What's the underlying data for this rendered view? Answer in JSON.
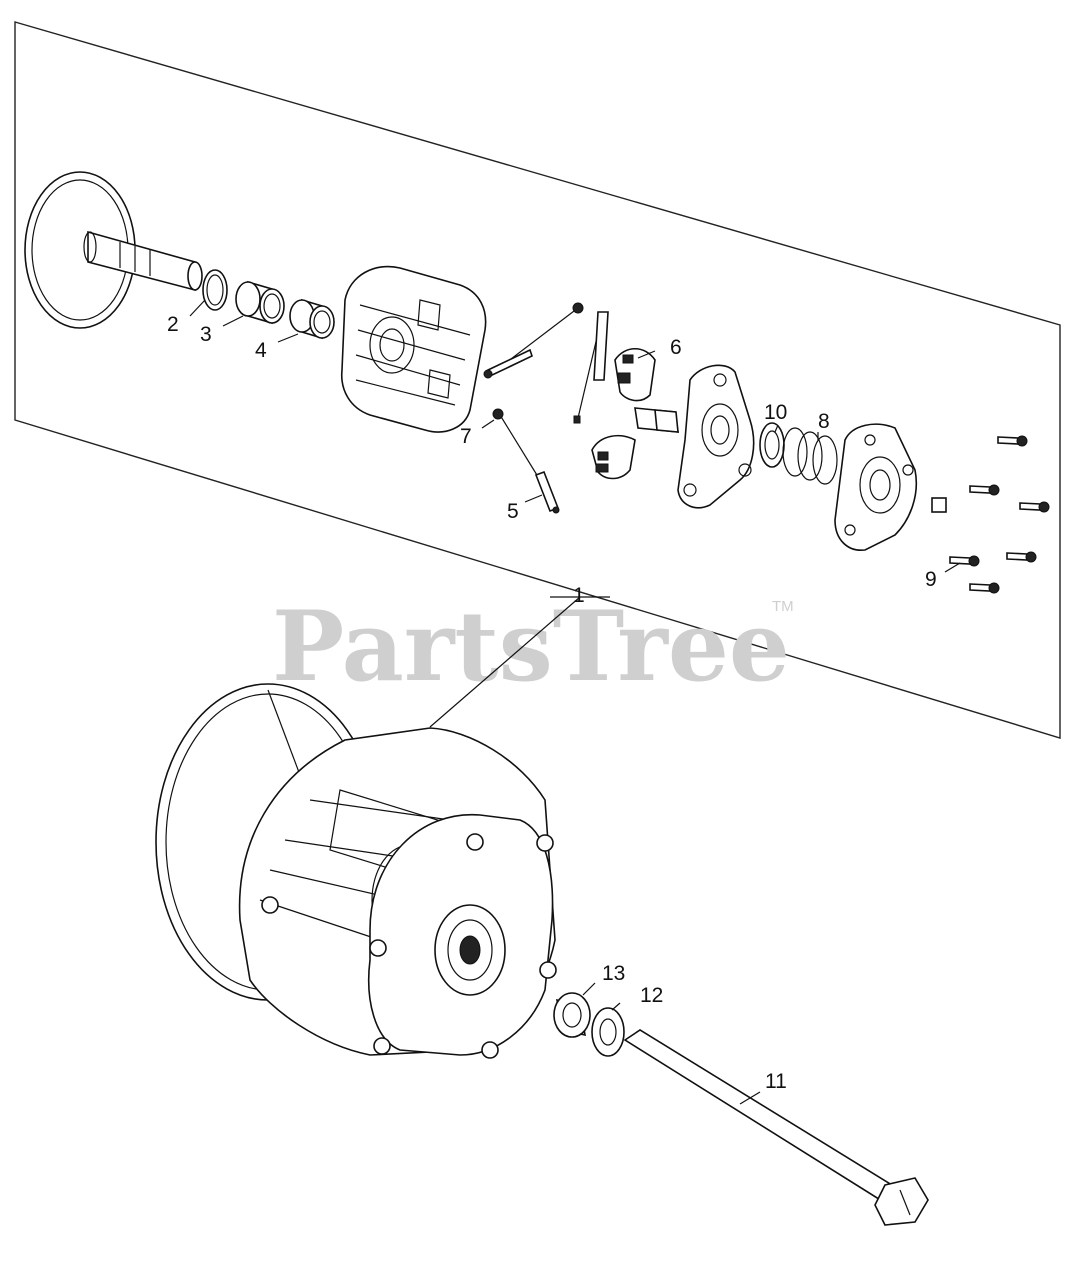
{
  "callouts": {
    "c1": "1",
    "c2": "2",
    "c3": "3",
    "c4": "4",
    "c5": "5",
    "c6": "6",
    "c7": "7",
    "c8": "8",
    "c9": "9",
    "c10": "10",
    "c11": "11",
    "c12": "12",
    "c13": "13"
  },
  "watermark": {
    "brand": "PartsTree",
    "tm": "TM"
  }
}
